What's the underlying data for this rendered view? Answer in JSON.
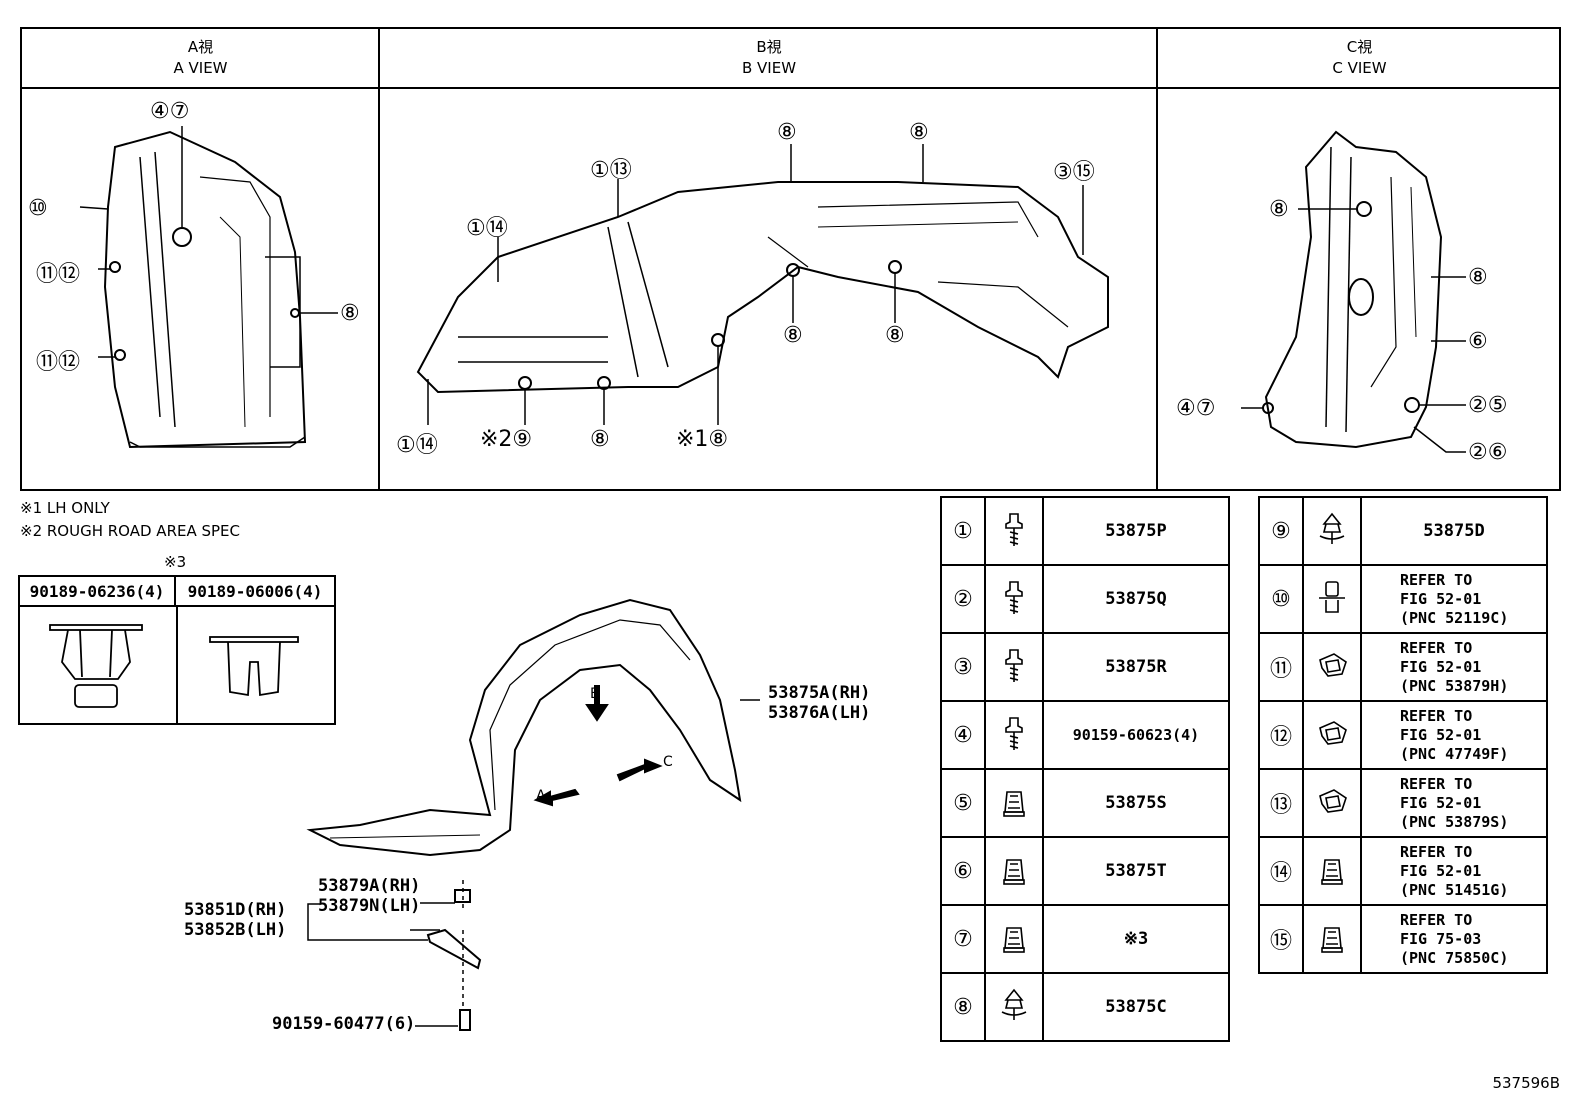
{
  "views": [
    {
      "jp": "A視",
      "en": "A VIEW"
    },
    {
      "jp": "B視",
      "en": "B VIEW"
    },
    {
      "jp": "C視",
      "en": "C VIEW"
    }
  ],
  "view_a_labels": {
    "c47": "④⑦",
    "c10": "⑩",
    "c1112a": "⑪⑫",
    "c1112b": "⑪⑫",
    "c8": "⑧"
  },
  "view_b_labels": {
    "c113": "①⑬",
    "c114a": "①⑭",
    "c8top1": "⑧",
    "c8top2": "⑧",
    "c315": "③⑮",
    "c8mid1": "⑧",
    "c8mid2": "⑧",
    "c114b": "①⑭",
    "c9": "※2⑨",
    "c8bot": "⑧",
    "c8lh": "※1⑧"
  },
  "view_c_labels": {
    "c8a": "⑧",
    "c8b": "⑧",
    "c6": "⑥",
    "c47": "④⑦",
    "c25": "②⑤",
    "c26": "②⑥"
  },
  "notes": [
    "※1 LH ONLY",
    "※2 ROUGH ROAD AREA SPEC"
  ],
  "clip_note": "※3",
  "clips": [
    "90189-06236(4)",
    "90189-06006(4)"
  ],
  "main_callouts": {
    "liner_rh": "53875A(RH)",
    "liner_lh": "53876A(LH)",
    "retainer_rh": "53879A(RH)",
    "retainer_lh": "53879N(LH)",
    "bracket_rh": "53851D(RH)",
    "bracket_lh": "53852B(LH)",
    "bolt": "90159-60477(6)",
    "arrow_a": "A",
    "arrow_b": "B",
    "arrow_c": "C"
  },
  "parts_left": [
    {
      "num": "①",
      "icon": "screw-icon",
      "pn": "53875P"
    },
    {
      "num": "②",
      "icon": "screw-icon",
      "pn": "53875Q"
    },
    {
      "num": "③",
      "icon": "screw-icon",
      "pn": "53875R"
    },
    {
      "num": "④",
      "icon": "screw-icon",
      "pn": "90159-60623(4)"
    },
    {
      "num": "⑤",
      "icon": "nut-clip-icon",
      "pn": "53875S"
    },
    {
      "num": "⑥",
      "icon": "nut-clip-icon",
      "pn": "53875T"
    },
    {
      "num": "⑦",
      "icon": "nut-clip-icon",
      "pn": "※3"
    },
    {
      "num": "⑧",
      "icon": "push-clip-icon",
      "pn": "53875C"
    }
  ],
  "parts_right": [
    {
      "num": "⑨",
      "icon": "push-clip-icon",
      "pn": "53875D"
    },
    {
      "num": "⑩",
      "icon": "rivet-clip-icon",
      "l1": "REFER TO",
      "l2": "FIG 52-01",
      "l3": "(PNC 52119C)"
    },
    {
      "num": "⑪",
      "icon": "spring-clip-icon",
      "l1": "REFER TO",
      "l2": "FIG 52-01",
      "l3": "(PNC 53879H)"
    },
    {
      "num": "⑫",
      "icon": "spring-clip-icon",
      "l1": "REFER TO",
      "l2": "FIG 52-01",
      "l3": "(PNC 47749F)"
    },
    {
      "num": "⑬",
      "icon": "spring-clip-icon",
      "l1": "REFER TO",
      "l2": "FIG 52-01",
      "l3": "(PNC 53879S)"
    },
    {
      "num": "⑭",
      "icon": "nut-clip-icon",
      "l1": "REFER TO",
      "l2": "FIG 52-01",
      "l3": "(PNC 51451G)"
    },
    {
      "num": "⑮",
      "icon": "nut-clip-icon",
      "l1": "REFER TO",
      "l2": "FIG 75-03",
      "l3": "(PNC 75850C)"
    }
  ],
  "figure_id": "537596B"
}
